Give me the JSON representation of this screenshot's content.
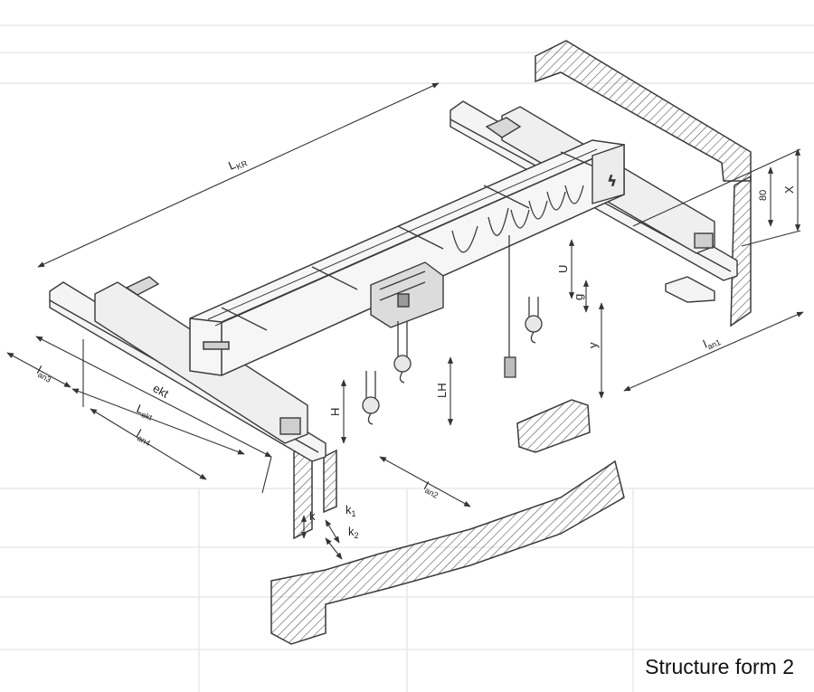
{
  "caption": "Structure form 2",
  "colors": {
    "ink": "#3a3a3a",
    "hatch": "#4a4a4a",
    "ghost": "#e6e6e6",
    "fill": "#f4f4f4"
  },
  "labels": {
    "lkr": "L",
    "lkr_sub": "KR",
    "lan3": "l",
    "lan3_sub": "an3",
    "ekt": "ekt",
    "lekt": "L",
    "lekt_sub": "ekt",
    "lan4": "l",
    "lan4_sub": "an4",
    "h": "H",
    "lh": "LH",
    "lan2": "l",
    "lan2_sub": "an2",
    "u": "U",
    "g": "g",
    "y": "y",
    "lan1": "l",
    "lan1_sub": "an1",
    "dim80": "80",
    "x": "X",
    "k": "k",
    "k1": "k",
    "k1_sub": "1",
    "k2": "k",
    "k2_sub": "2"
  }
}
